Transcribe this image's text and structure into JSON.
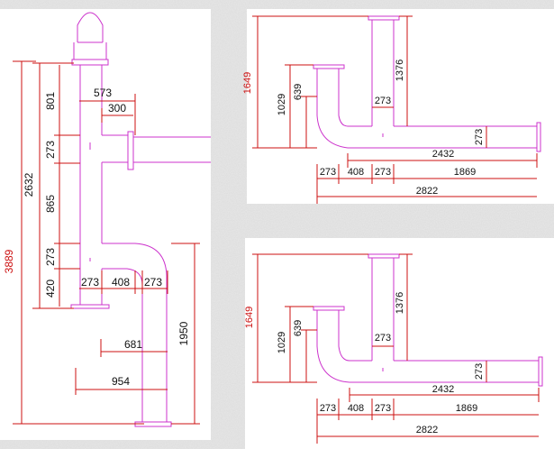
{
  "colors": {
    "pipe": "#cc33cc",
    "dim": "#cc1111",
    "dimtext": "#111111",
    "paper_bg": "#e9e9e9",
    "panel_bg": "#ffffff"
  },
  "left_panel": {
    "dims": {
      "d3889": "3889",
      "d2632": "2632",
      "d801": "801",
      "d273a": "273",
      "d865": "865",
      "d273b": "273",
      "d420": "420",
      "d573": "573",
      "d300": "300",
      "d273c": "273",
      "d408": "408",
      "d273d": "273",
      "d1950": "1950",
      "d681": "681",
      "d954": "954"
    }
  },
  "top_right_panel": {
    "dims": {
      "d1649": "1649",
      "d1029": "1029",
      "d639": "639",
      "d1376": "1376",
      "d273v": "273",
      "d273r": "273",
      "d2432": "2432",
      "d273a": "273",
      "d408": "408",
      "d273b": "273",
      "d1869": "1869",
      "d2822": "2822"
    }
  },
  "bottom_right_panel": {
    "dims": {
      "d1649": "1649",
      "d1029": "1029",
      "d639": "639",
      "d1376": "1376",
      "d273v": "273",
      "d273r": "273",
      "d2432": "2432",
      "d273a": "273",
      "d408": "408",
      "d273b": "273",
      "d1869": "1869",
      "d2822": "2822"
    }
  }
}
